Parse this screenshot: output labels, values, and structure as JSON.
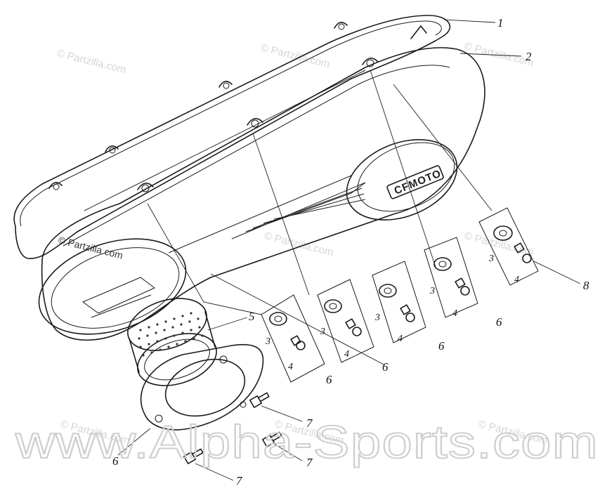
{
  "watermarks": {
    "partzilla": "© Partzilla.com",
    "alpha": "www.Alpha-Sports.com"
  },
  "cover_logo": "CFMOTO",
  "callouts": [
    "1",
    "2",
    "3",
    "4",
    "5",
    "6",
    "7",
    "8"
  ]
}
